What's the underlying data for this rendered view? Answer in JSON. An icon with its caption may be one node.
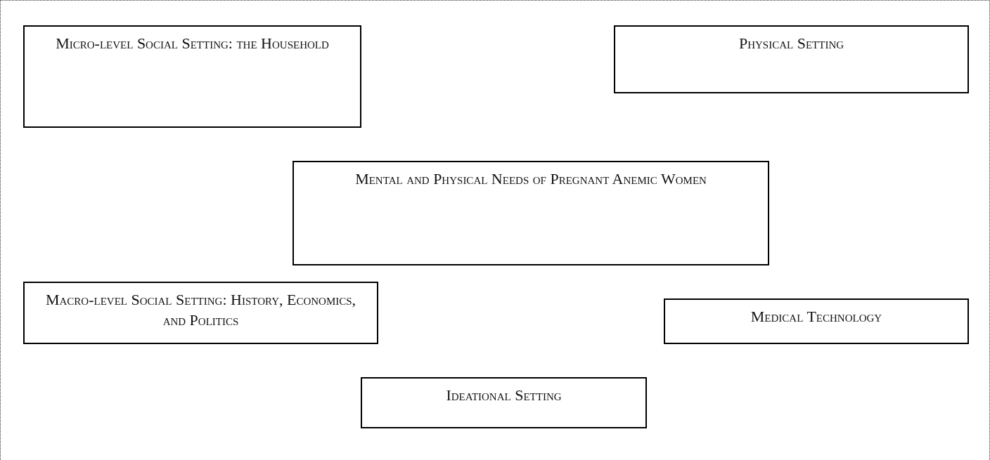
{
  "diagram": {
    "nodes": [
      {
        "text": [
          "Micro-level Social Setting: the Household"
        ]
      },
      {
        "text": [
          "Physical Setting"
        ]
      },
      {
        "text": [
          "Mental and Physical Needs of Pregnant Anemic Women"
        ]
      },
      {
        "text": [
          "Macro-level Social Setting: History, Economics, and Politics"
        ]
      },
      {
        "text": [
          "Medical Technology"
        ]
      },
      {
        "text": [
          "Ideational Setting"
        ]
      }
    ],
    "edges": []
  }
}
